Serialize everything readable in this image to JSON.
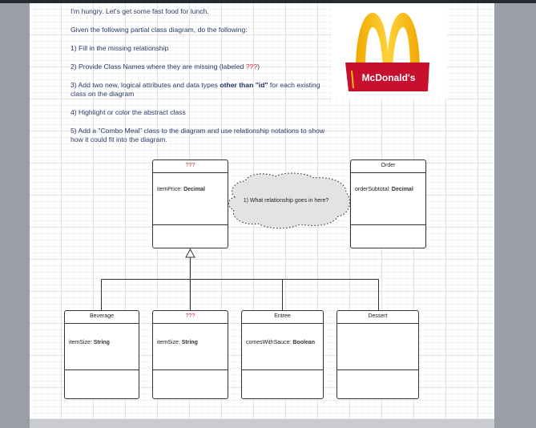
{
  "instructions": {
    "intro": "I'm hungry.  Let's get some fast food for lunch.",
    "prompt": "Given the following partial class diagram, do the following:",
    "step1": "1) Fill in the missing relationship",
    "step2_prefix": "2) Provide Class Names where they are missing (labeled ",
    "step2_marker": "???",
    "step2_suffix": ")",
    "step3_prefix": "3) Add two new, logical attributes and data types ",
    "step3_bold": "other than \"id\"",
    "step3_suffix": " for each existing class on the diagram",
    "step4": "4) Highlight or color the abstract class",
    "step5": "5) Add a \"Combo Meal\" class to the diagram and use relationship notations to show how it could fit into the diagram."
  },
  "logo": {
    "brand_text": "McDonald's",
    "arch_color": "#f6b913",
    "banner_color": "#c8102e"
  },
  "diagram": {
    "cloud_note": "1) What relationship goes in here?",
    "classes": {
      "menu_item": {
        "name": "???",
        "attr_name": "itemPrice: ",
        "attr_type": "Decimal"
      },
      "order": {
        "name": "Order",
        "attr_name": "orderSubtotal: ",
        "attr_type": "Decimal"
      },
      "beverage": {
        "name": "Beverage",
        "attr_name": "itemSize: ",
        "attr_type": "String"
      },
      "unknown_child": {
        "name": "???",
        "attr_name": "itemSize: ",
        "attr_type": "String"
      },
      "entree": {
        "name": "Entree",
        "attr_name": "comesWithSauce: ",
        "attr_type": "Boolean"
      },
      "dessert": {
        "name": "Dessert"
      }
    },
    "colors": {
      "missing_label": "#d8262b",
      "cloud_fill": "#e3e3e3",
      "line": "#333333"
    }
  }
}
